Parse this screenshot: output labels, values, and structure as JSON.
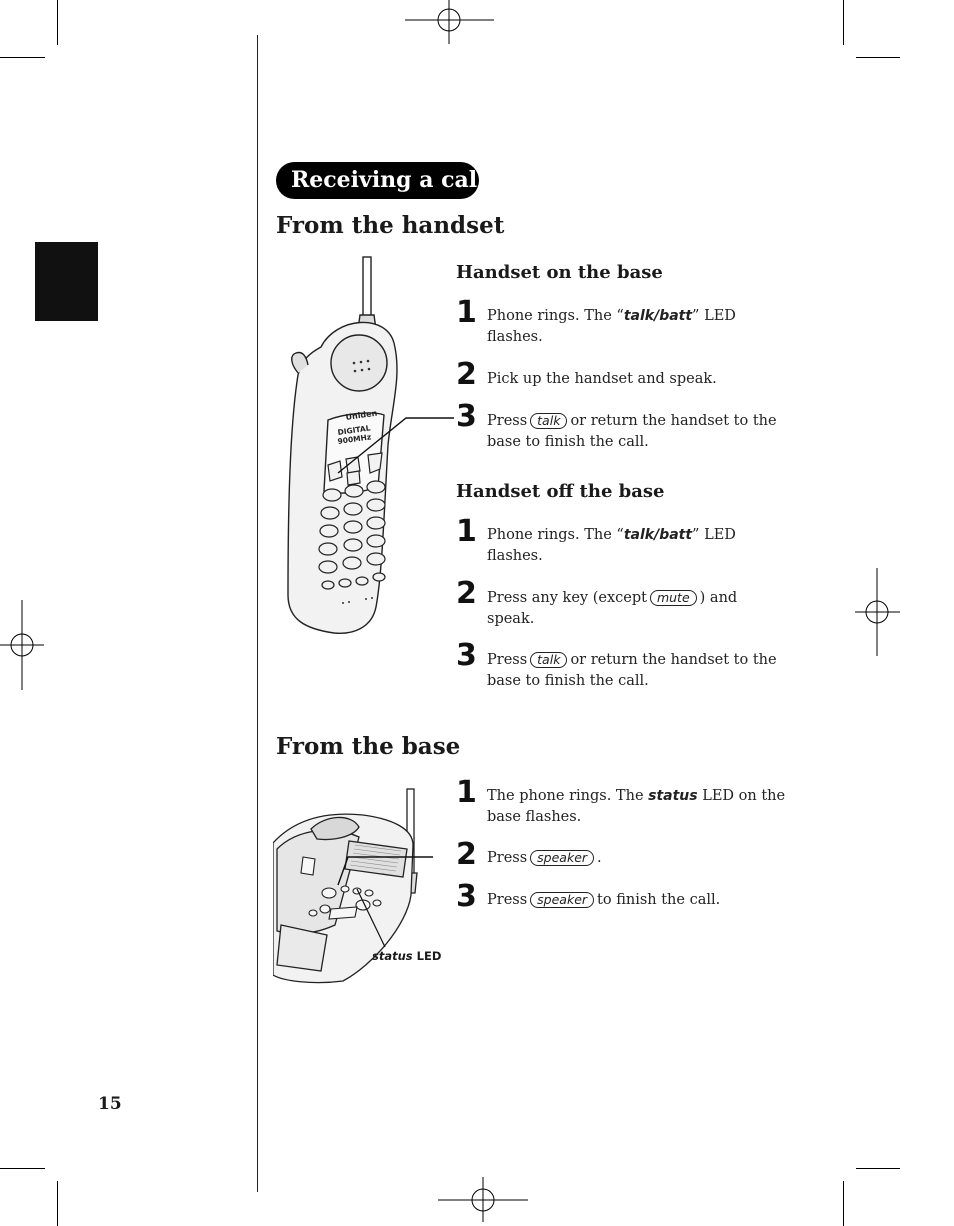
{
  "section_label": "Receiving a call",
  "handset": {
    "title": "From the handset",
    "on_base": {
      "heading": "Handset on the base",
      "steps": [
        {
          "num": "1",
          "pre": "Phone rings. The “",
          "em": "talk/batt",
          "post": "” LED flashes."
        },
        {
          "num": "2",
          "text": "Pick up the handset and speak."
        },
        {
          "num": "3",
          "pre": "Press",
          "key": "talk",
          "post": "or return the handset to the base to finish the call."
        }
      ]
    },
    "off_base": {
      "heading": "Handset off the base",
      "steps": [
        {
          "num": "1",
          "pre": "Phone rings. The “",
          "em": "talk/batt",
          "post": "” LED flashes."
        },
        {
          "num": "2",
          "pre": "Press any key (except",
          "key": "mute",
          "post": ") and speak."
        },
        {
          "num": "3",
          "pre": "Press",
          "key": "talk",
          "post": "or return the handset to the base to finish the call."
        }
      ]
    },
    "phone_brand": "Uniden",
    "phone_label_1": "DIGITAL",
    "phone_label_2": "900MHz"
  },
  "base": {
    "title": "From the base",
    "steps": [
      {
        "num": "1",
        "pre": "The phone rings. The",
        "em": "status",
        "post": "LED on the base flashes."
      },
      {
        "num": "2",
        "pre": "Press",
        "key": "speaker",
        "post": "."
      },
      {
        "num": "3",
        "pre": "Press",
        "key": "speaker",
        "post": "to finish the call."
      }
    ],
    "callout_em": "status",
    "callout_text": "LED"
  },
  "page_number": "15",
  "colors": {
    "ink": "#1a1a1a",
    "tab": "#111111"
  }
}
